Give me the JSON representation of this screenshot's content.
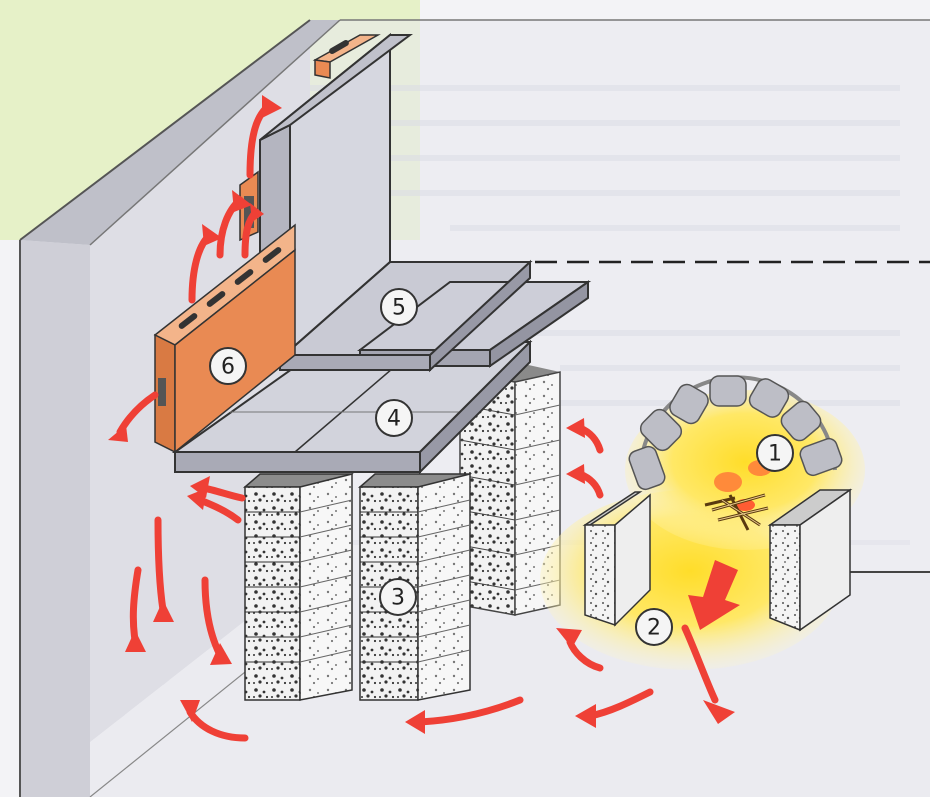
{
  "diagram": {
    "labels": [
      {
        "id": "1",
        "text": "1"
      },
      {
        "id": "2",
        "text": "2"
      },
      {
        "id": "3",
        "text": "3"
      },
      {
        "id": "4",
        "text": "4"
      },
      {
        "id": "5",
        "text": "5"
      },
      {
        "id": "6",
        "text": "6"
      }
    ],
    "colors": {
      "arrow": "#ef4036",
      "wall": "#d9d9e0",
      "floor": "#e9e9ee",
      "board": "#c9cad4",
      "panel": "#e98a53",
      "fire": "#ffe15a",
      "stone": "#bdbec6",
      "bg_corner": "#e6f1c8"
    },
    "icons": [
      "fire-icon",
      "flow-arrow-icon",
      "vent-slot-icon"
    ]
  }
}
